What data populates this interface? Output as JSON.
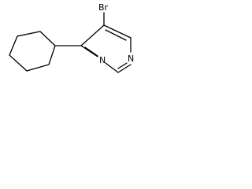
{
  "molecule": {
    "atoms": {
      "bromine": "Br",
      "nitrogen_upper": "N",
      "nitrogen_lower": "N"
    }
  }
}
